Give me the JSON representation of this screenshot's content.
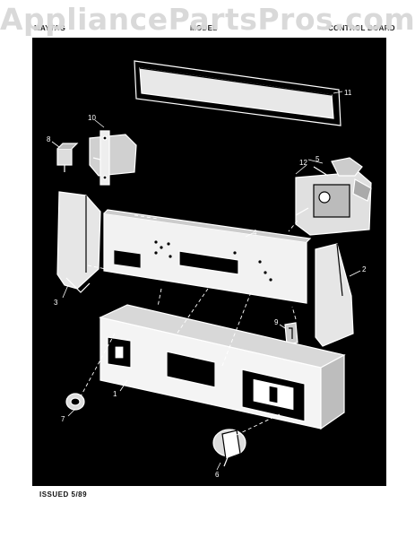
{
  "header": {
    "left": "MAYTAG",
    "center": "MODEL",
    "right": "CONTROL BOARD"
  },
  "watermark": "AppliancePartsPros.com",
  "footer": {
    "issued": "ISSUED 5/89"
  },
  "callouts": [
    "1",
    "2",
    "3",
    "4",
    "5",
    "6",
    "7",
    "8",
    "9",
    "10",
    "11",
    "12"
  ],
  "colors": {
    "background": "#000000",
    "lines": "#ffffff",
    "page": "#ffffff"
  }
}
